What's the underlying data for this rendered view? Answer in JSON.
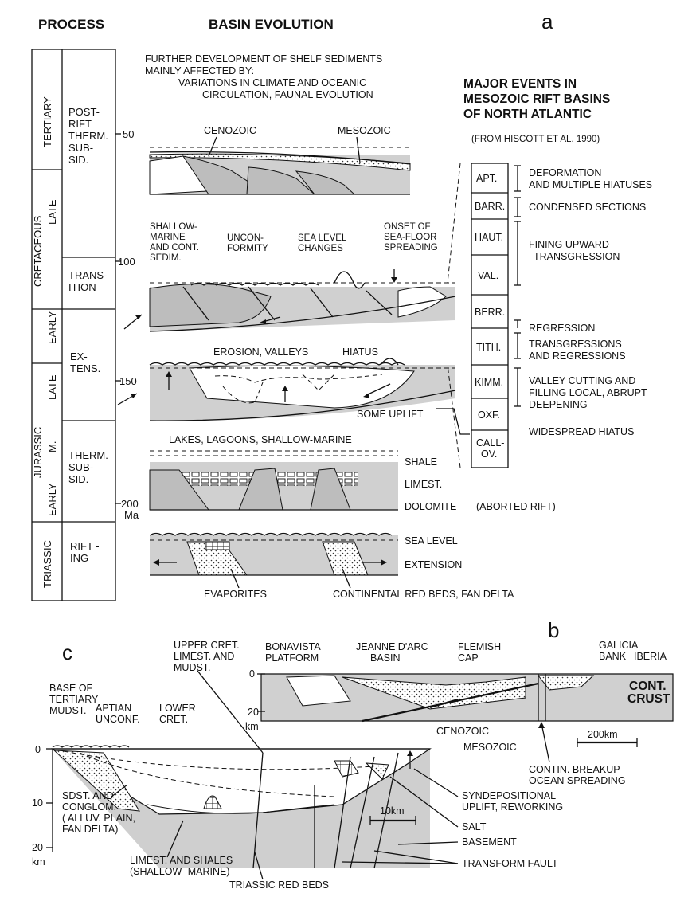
{
  "headers": {
    "process": "PROCESS",
    "basin_evolution": "BASIN EVOLUTION",
    "panel_a": "a",
    "panel_b": "b",
    "panel_c": "c"
  },
  "time_scale": {
    "periods": [
      {
        "label": "TERTIARY"
      },
      {
        "label": "LATE"
      },
      {
        "label": "CRETACEOUS"
      },
      {
        "label": "EARLY"
      },
      {
        "label": "LATE"
      },
      {
        "label": "JURASSIC"
      },
      {
        "label": "M."
      },
      {
        "label": "EARLY"
      },
      {
        "label": "TRIASSIC"
      }
    ],
    "process_stages": [
      {
        "label": "POST-\nRIFT\nTHERM.\nSUB-\nSID."
      },
      {
        "label": "TRANS-\nITION"
      },
      {
        "label": "EX-\nTENS."
      },
      {
        "label": "THERM.\nSUB-\nSID."
      },
      {
        "label": "RIFT -\nING"
      }
    ],
    "ticks": [
      "50",
      "100",
      "150",
      "200",
      "Ma"
    ]
  },
  "basin_panels": {
    "top_note": [
      "FURTHER DEVELOPMENT OF SHELF SEDIMENTS",
      "MAINLY AFFECTED BY:",
      "VARIATIONS IN CLIMATE AND OCEANIC",
      "CIRCULATION, FAUNAL EVOLUTION"
    ],
    "p1": {
      "cenozoic": "CENOZOIC",
      "mesozoic": "MESOZOIC"
    },
    "p2": {
      "shallow": [
        "SHALLOW-",
        "MARINE",
        "AND CONT.",
        "SEDIM."
      ],
      "unconformity": [
        "UNCON-",
        "FORMITY"
      ],
      "sea_level": [
        "SEA LEVEL",
        "CHANGES"
      ],
      "onset": [
        "ONSET OF",
        "SEA-FLOOR",
        "SPREADING"
      ]
    },
    "p3": {
      "erosion": "EROSION, VALLEYS",
      "hiatus": "HIATUS",
      "uplift": "SOME UPLIFT"
    },
    "p4": {
      "lakes": "LAKES, LAGOONS, SHALLOW-MARINE",
      "shale": "SHALE",
      "limest": "LIMEST.",
      "dolomite": "DOLOMITE",
      "aborted": "(ABORTED RIFT)"
    },
    "p5": {
      "sea_level": "SEA LEVEL",
      "extension": "EXTENSION",
      "evaporites": "EVAPORITES",
      "red_beds": "CONTINENTAL RED BEDS, FAN DELTA"
    }
  },
  "major_events": {
    "title": [
      "MAJOR EVENTS IN",
      "MESOZOIC RIFT BASINS",
      "OF NORTH ATLANTIC"
    ],
    "source": "(FROM HISCOTT ET AL. 1990)",
    "stages": [
      "APT.",
      "BARR.",
      "HAUT.",
      "VAL.",
      "BERR.",
      "TITH.",
      "KIMM.",
      "OXF.",
      "CALL-\nOV."
    ],
    "events": [
      [
        "DEFORMATION",
        "AND MULTIPLE HIATUSES"
      ],
      [
        "CONDENSED SECTIONS"
      ],
      [
        "FINING UPWARD--",
        "TRANSGRESSION"
      ],
      [
        "REGRESSION"
      ],
      [
        "TRANSGRESSIONS",
        "AND REGRESSIONS"
      ],
      [
        "VALLEY CUTTING AND",
        "FILLING LOCAL, ABRUPT",
        "DEEPENING"
      ],
      [
        "WIDESPREAD HIATUS"
      ]
    ]
  },
  "panel_b": {
    "regions": [
      [
        "BONAVISTA",
        "PLATFORM"
      ],
      [
        "JEANNE D'ARC",
        "BASIN"
      ],
      [
        "FLEMISH",
        "CAP"
      ],
      [
        "GALICIA",
        "BANK"
      ],
      [
        "IBERIA"
      ]
    ],
    "depth": [
      "0",
      "20",
      "km"
    ],
    "cont_crust": [
      "CONT.",
      "CRUST"
    ],
    "scale": "200km",
    "cenozoic": "CENOZOIC",
    "mesozoic": "MESOZOIC",
    "breakup": [
      "CONTIN. BREAKUP",
      "OCEAN SPREADING"
    ]
  },
  "panel_c": {
    "depth": [
      "0",
      "10",
      "20",
      "km"
    ],
    "upper_cret": [
      "UPPER CRET.",
      "LIMEST. AND",
      "MUDST."
    ],
    "base_tertiary": [
      "BASE OF",
      "TERTIARY",
      "MUDST."
    ],
    "aptian": [
      "APTIAN",
      "UNCONF."
    ],
    "lower_cret": [
      "LOWER",
      "CRET."
    ],
    "sdst": [
      "SDST. AND",
      "CONGLOM.",
      "( ALLUV. PLAIN,",
      "FAN DELTA)"
    ],
    "limest_shales": [
      "LIMEST. AND SHALES",
      "(SHALLOW- MARINE)"
    ],
    "triassic": "TRIASSIC RED BEDS",
    "syndep": [
      "SYNDEPOSITIONAL",
      "UPLIFT, REWORKING"
    ],
    "salt": "SALT",
    "basement": "BASEMENT",
    "transform": "TRANSFORM FAULT",
    "scale": "10km"
  }
}
